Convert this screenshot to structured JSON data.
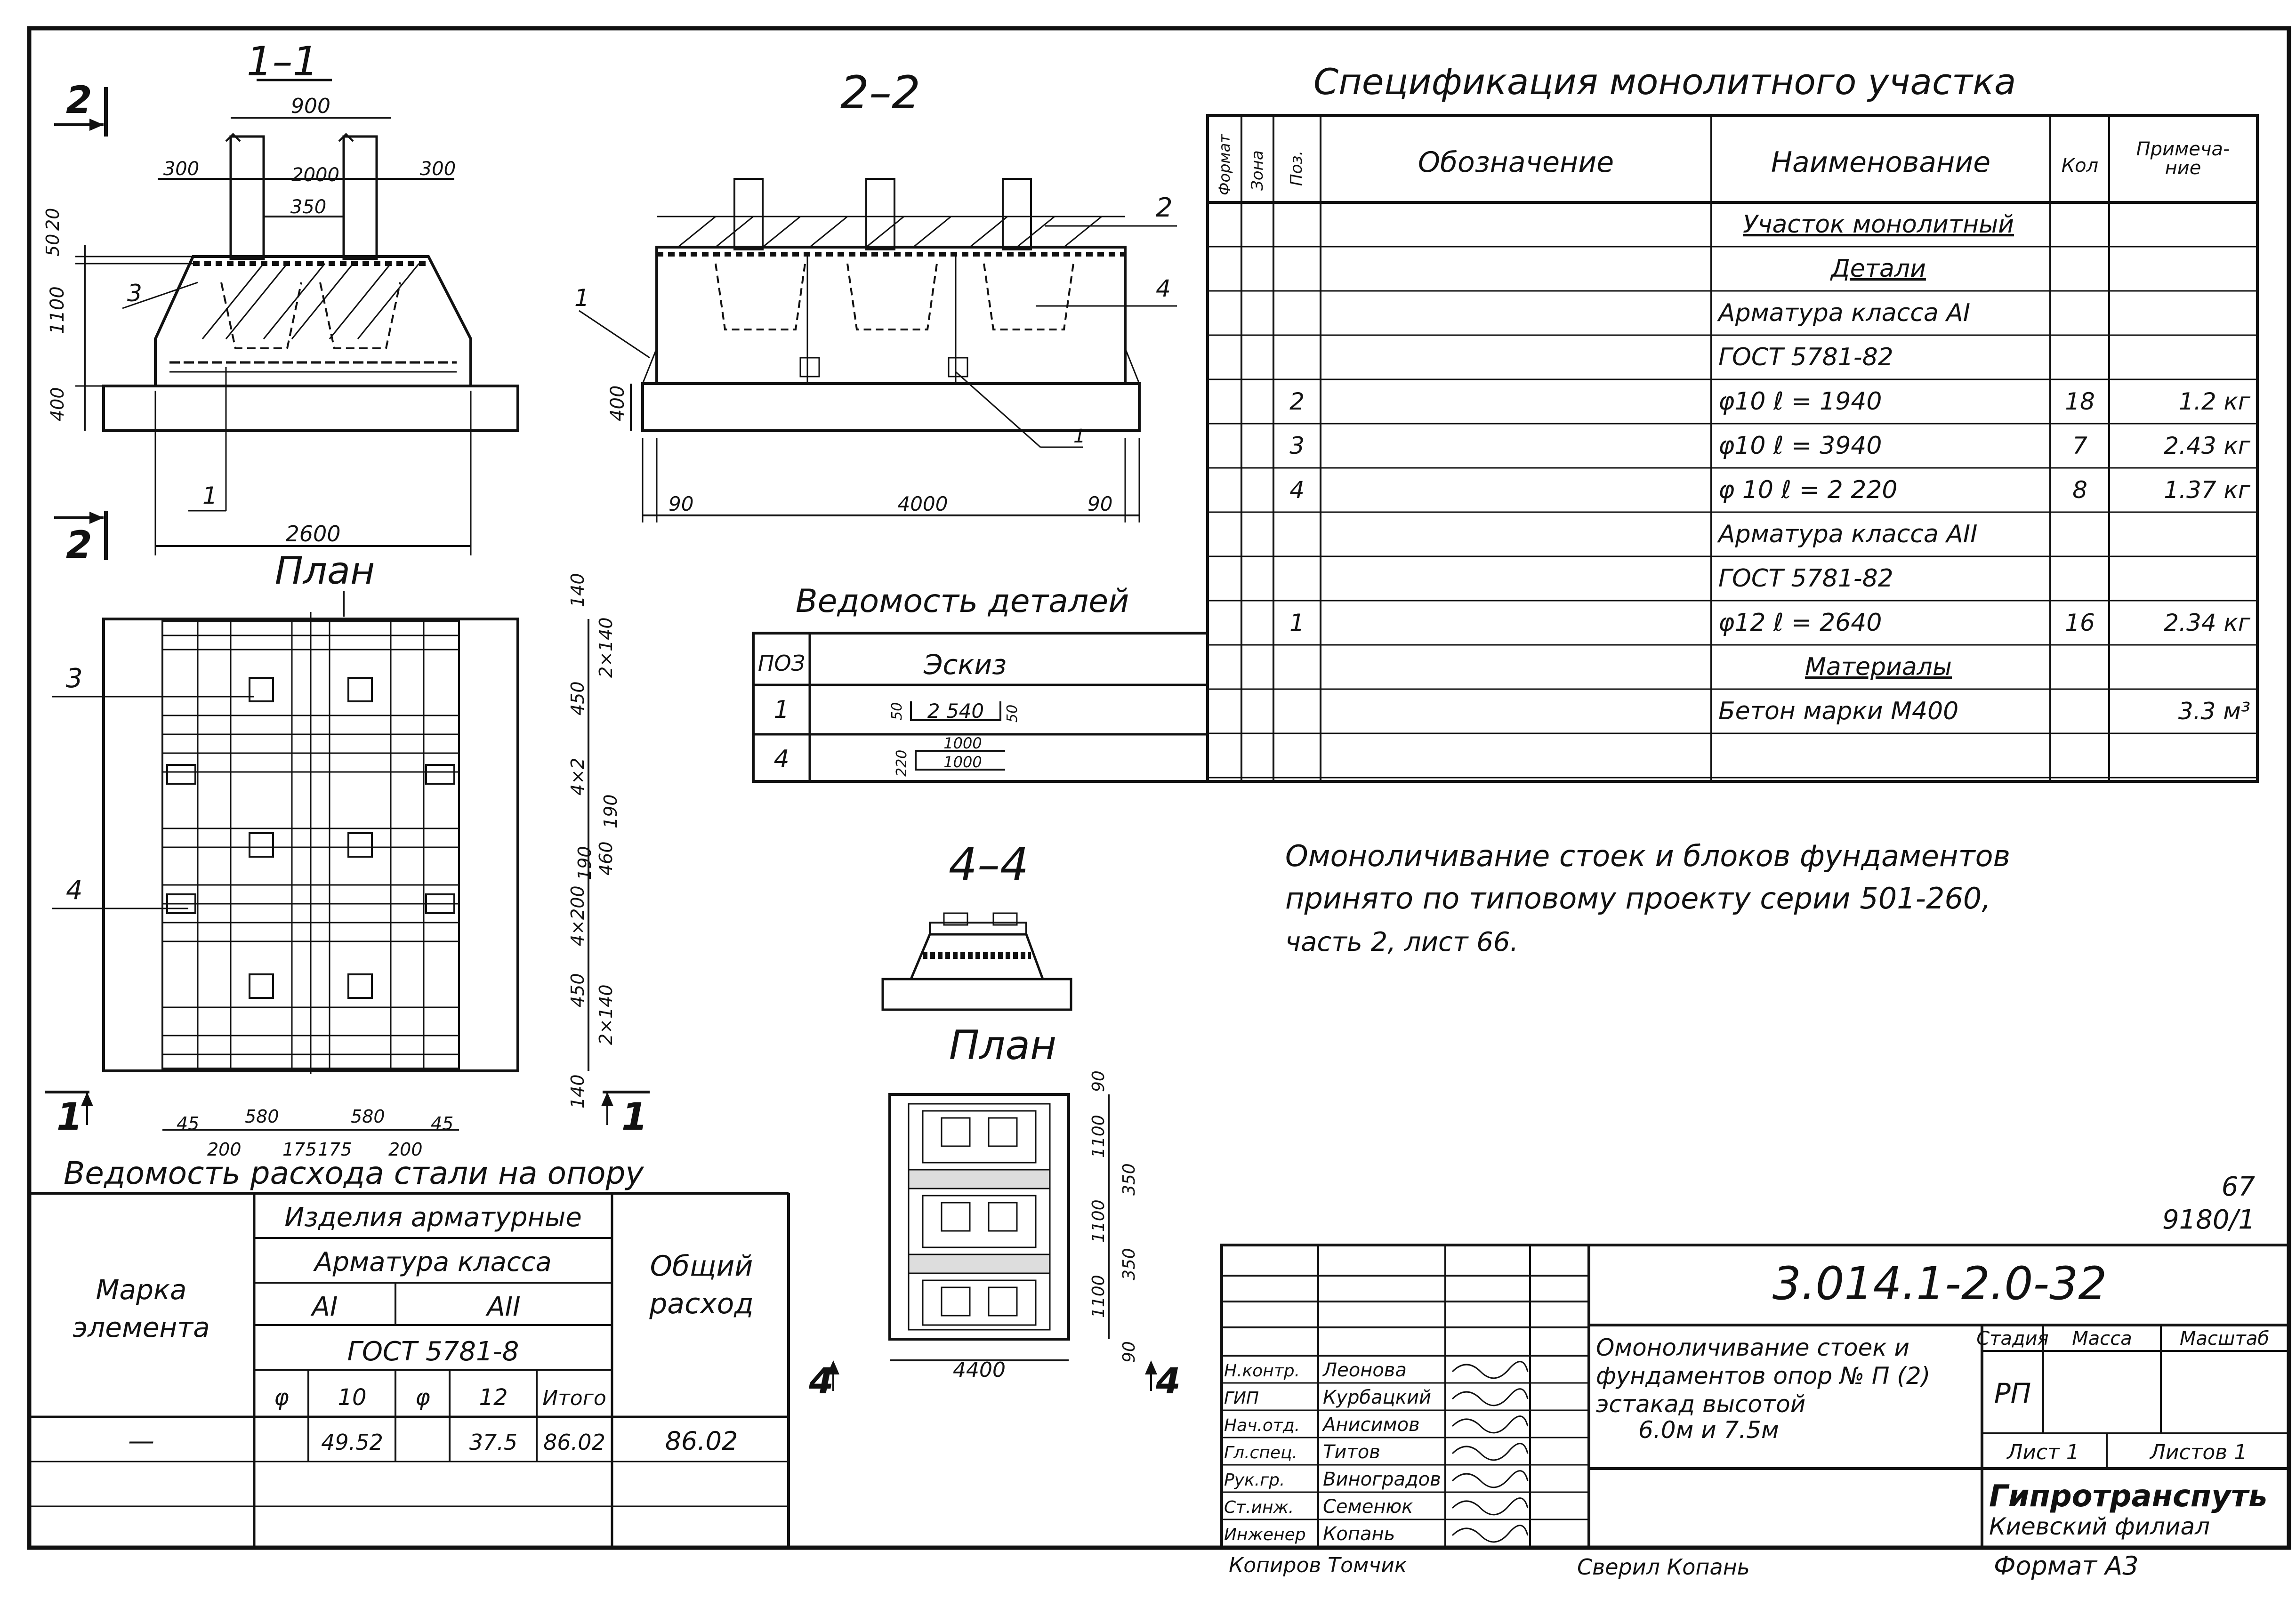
{
  "sections": {
    "s11": "1–1",
    "s22": "2–2",
    "s44": "4–4",
    "plan1": "План",
    "plan2": "План",
    "cut2_top": "2",
    "cut2_bot": "2",
    "cut1_left": "1",
    "cut1_right": "1",
    "cut4_left": "4",
    "cut4_right": "4"
  },
  "dims_11": {
    "d900": "900",
    "d300": "300",
    "d2000": "2000",
    "d350": "350",
    "d300r": "300",
    "d50": "50",
    "d20": "20",
    "d1100": "1100",
    "d400": "400",
    "d2600": "2600",
    "p3": "3",
    "p1": "1"
  },
  "dims_22": {
    "p2": "2",
    "p1a": "1",
    "p4": "4",
    "p1b": "1",
    "d400": "400",
    "d90a": "90",
    "d4000": "4000",
    "d90b": "90"
  },
  "dims_plan": {
    "r140a": "140",
    "r2x140a": "2×140",
    "r450a": "450",
    "r4x2": "4×2",
    "r190a": "190",
    "r190b": "190",
    "r460": "460",
    "r4x200": "4×200",
    "r450b": "450",
    "r2x140b": "2×140",
    "r140b": "140",
    "p3": "3",
    "p4": "4",
    "b45a": "45",
    "b580a": "580",
    "b580b": "580",
    "b45b": "45",
    "b200a": "200",
    "b175a": "175",
    "b175b": "175",
    "b200b": "200"
  },
  "dims_44": {
    "r90a": "90",
    "r1100a": "1100",
    "r350a": "350",
    "r1100b": "1100",
    "r350b": "350",
    "r1100c": "1100",
    "r90b": "90",
    "b4400": "4400"
  },
  "details": {
    "title": "Ведомость деталей",
    "col_pos": "ПОЗ",
    "col_sketch": "Эскиз",
    "rows": [
      {
        "pos": "1",
        "sketch": "2 540",
        "a": "50",
        "b": "50"
      },
      {
        "pos": "4",
        "sketch_top": "1000",
        "sketch_bot": "1000",
        "a": "220"
      }
    ]
  },
  "spec": {
    "title": "Спецификация монолитного участка",
    "h_format": "Формат",
    "h_zone": "Зона",
    "h_pos": "Поз.",
    "h_designation": "Обозначение",
    "h_name": "Наименование",
    "h_qty": "Кол",
    "h_note": "Примеча-ние",
    "rows": [
      {
        "pos": "",
        "name": "Участок монолитный",
        "qty": "",
        "note": ""
      },
      {
        "pos": "",
        "name": "Детали",
        "qty": "",
        "note": ""
      },
      {
        "pos": "",
        "name": "Арматура класса AI",
        "qty": "",
        "note": ""
      },
      {
        "pos": "",
        "name": "ГОСТ 5781-82",
        "qty": "",
        "note": ""
      },
      {
        "pos": "2",
        "name": "φ10     ℓ = 1940",
        "qty": "18",
        "note": "1.2 кг"
      },
      {
        "pos": "3",
        "name": "φ10     ℓ = 3940",
        "qty": "7",
        "note": "2.43 кг"
      },
      {
        "pos": "4",
        "name": "φ 10    ℓ = 2 220",
        "qty": "8",
        "note": "1.37 кг"
      },
      {
        "pos": "",
        "name": "Арматура класса AII",
        "qty": "",
        "note": ""
      },
      {
        "pos": "",
        "name": "ГОСТ 5781-82",
        "qty": "",
        "note": ""
      },
      {
        "pos": "1",
        "name": "φ12    ℓ = 2640",
        "qty": "16",
        "note": "2.34 кг"
      },
      {
        "pos": "",
        "name": "Материалы",
        "qty": "",
        "note": ""
      },
      {
        "pos": "",
        "name": "Бетон марки М400",
        "qty": "",
        "note": "3.3 м³"
      },
      {
        "pos": "",
        "name": "",
        "qty": "",
        "note": ""
      }
    ]
  },
  "note_text": {
    "line1": "Омоноличивание стоек и блоков фундаментов",
    "line2": "принято по типовому проекту серии 501-260,",
    "line3": "часть 2, лист 66."
  },
  "steel": {
    "title": "Ведомость расхода стали на опору",
    "h_mark": "Марка элемента",
    "h_products": "Изделия арматурные",
    "h_class": "Арматура класса",
    "h_ai": "AI",
    "h_aii": "AII",
    "h_gost": "ГОСТ 5781-8",
    "h_total": "Общий расход",
    "h_phi1": "φ",
    "h_10": "10",
    "h_phi2": "φ",
    "h_12": "12",
    "h_itogo": "Итого",
    "row": {
      "mark": "—",
      "v10": "49.52",
      "v12": "37.5",
      "itogo": "86.02",
      "total": "86.02"
    }
  },
  "title_block": {
    "sheet_no": "67",
    "album": "9180/1",
    "code": "3.014.1-2.0-32",
    "desc1": "Омоноличивание стоек и",
    "desc2": "фундаментов опор № П (2)",
    "desc3": "эстакад высотой",
    "desc4": "6.0м и 7.5м",
    "h_stage": "Стадия",
    "h_mass": "Масса",
    "h_scale": "Масштаб",
    "stage": "РП",
    "sheet": "Лист 1",
    "sheets": "Листов 1",
    "org1": "Гипротранспуть",
    "org2": "Киевский филиал",
    "roles": [
      {
        "role": "Н.контр.",
        "name": "Леонова"
      },
      {
        "role": "ГИП",
        "name": "Курбацкий"
      },
      {
        "role": "Нач.отд.",
        "name": "Анисимов"
      },
      {
        "role": "Гл.спец.",
        "name": "Титов"
      },
      {
        "role": "Рук.гр.",
        "name": "Виноградов"
      },
      {
        "role": "Ст.инж.",
        "name": "Семенюк"
      },
      {
        "role": "Инженер",
        "name": "Копань"
      }
    ],
    "copied": "Копиров  Томчик",
    "checked": "Сверил Копань",
    "format": "Формат А3"
  }
}
